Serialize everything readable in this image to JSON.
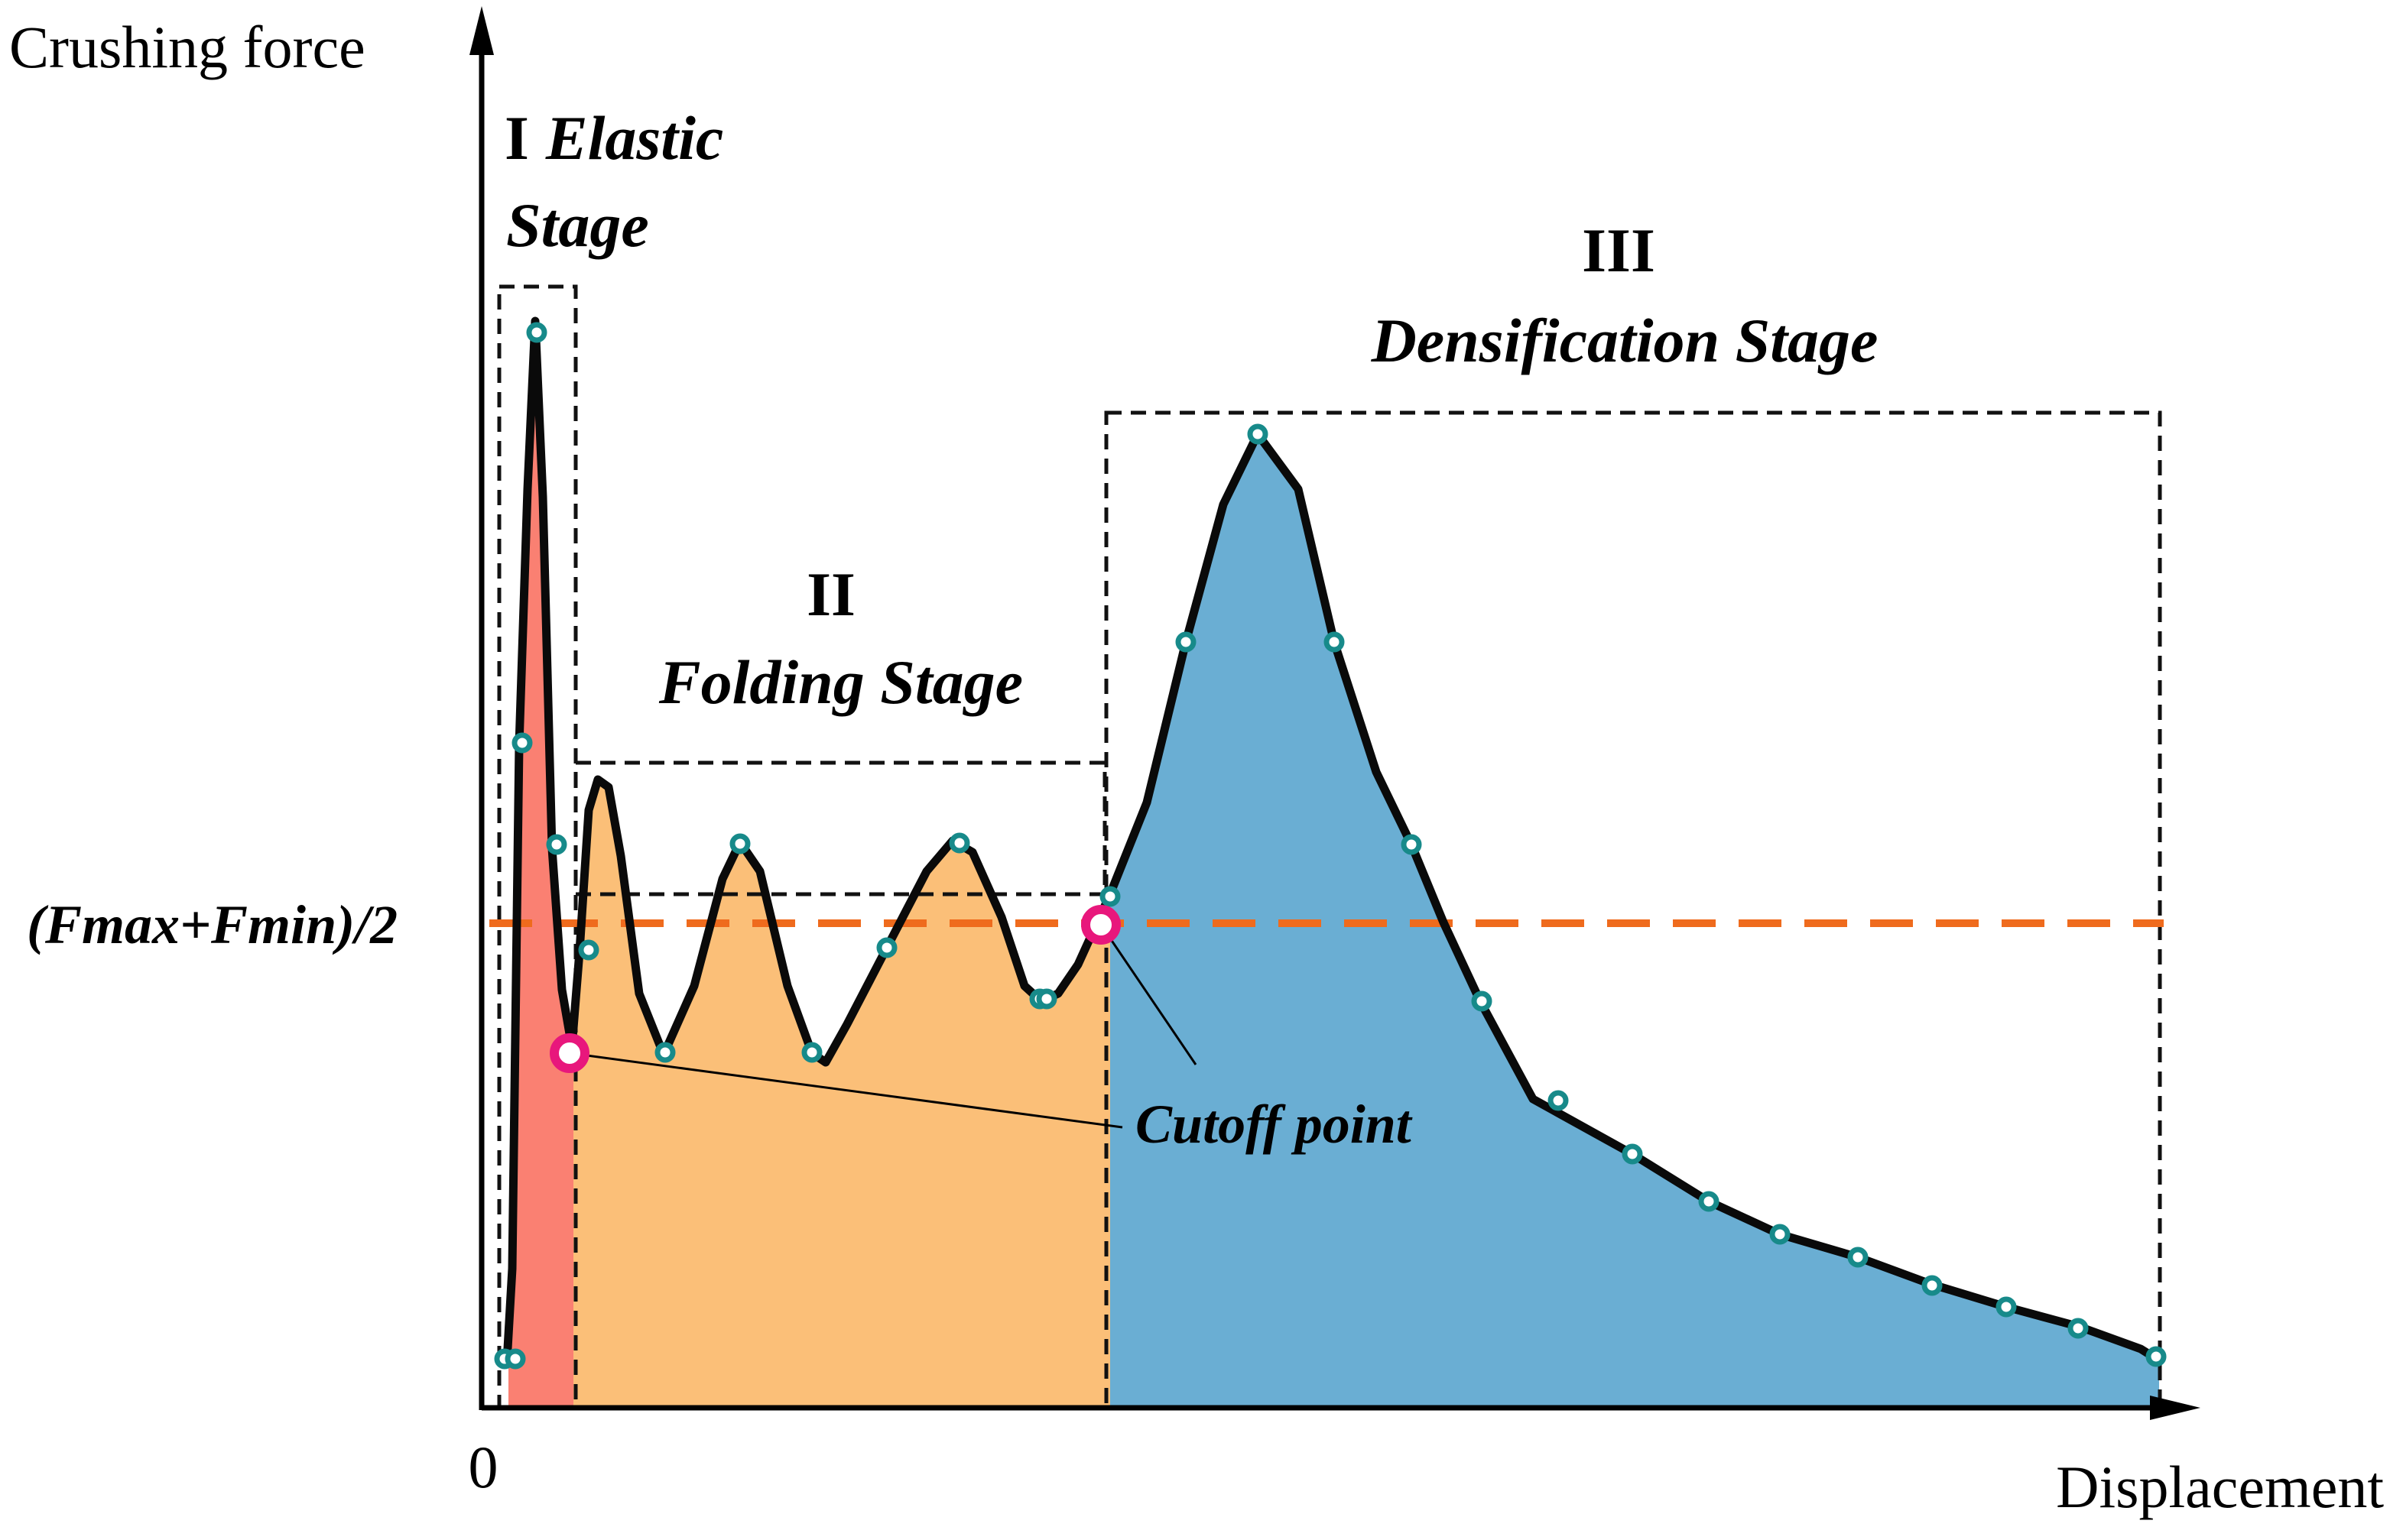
{
  "axes": {
    "y_label": "Crushing force",
    "x_label": "Displacement",
    "origin_label": "0"
  },
  "reference_line": {
    "label": "(Fmax+Fmin)/2",
    "color": "#ef6b1d"
  },
  "stages": [
    {
      "numeral": "I",
      "name_line1": "Elastic",
      "name_line2": "Stage",
      "fill_color": "#fa8072"
    },
    {
      "numeral": "II",
      "name": "Folding Stage",
      "fill_color": "#fbbf78"
    },
    {
      "numeral": "III",
      "name": "Densification Stage",
      "fill_color": "#6aaed3"
    }
  ],
  "annotation": {
    "label": "Cutoff point",
    "marker_color": "#e8177c"
  },
  "marker_color": "#178a8a"
}
